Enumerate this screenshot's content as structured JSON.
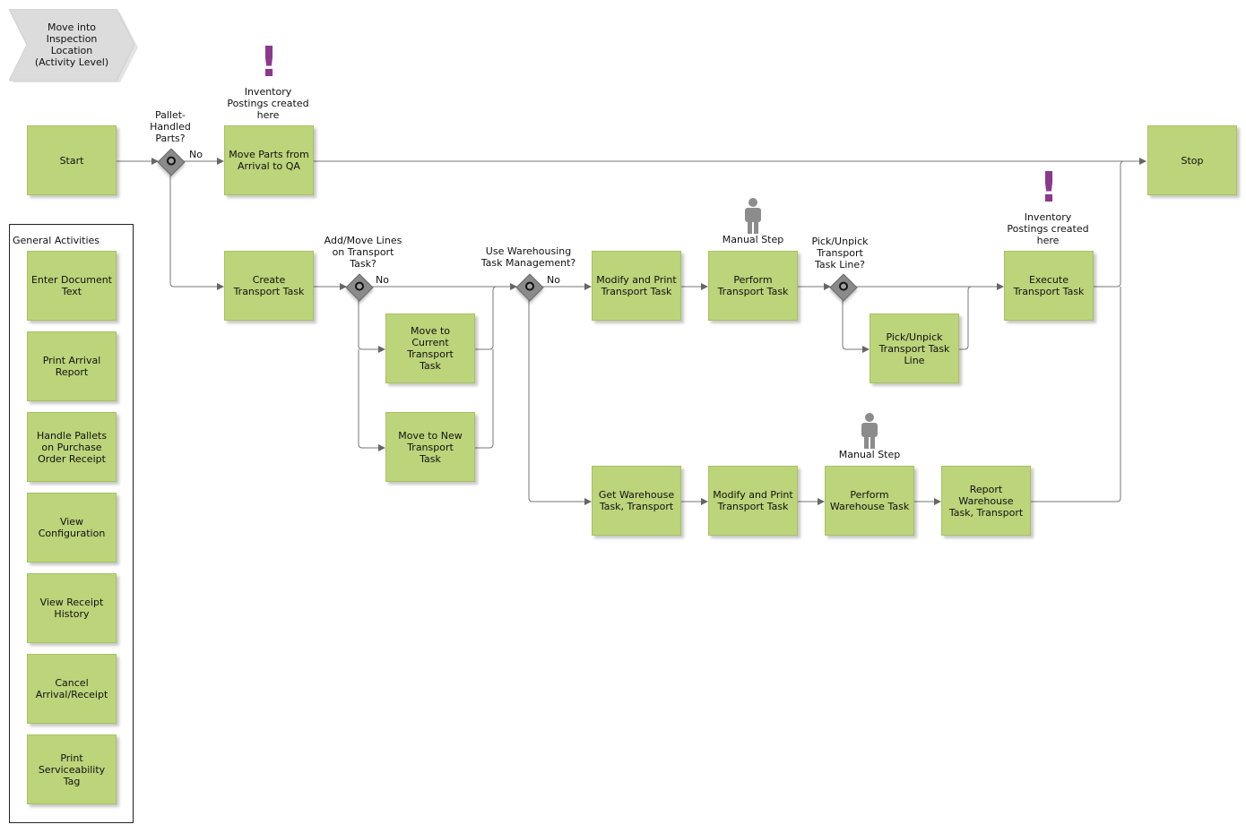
{
  "header": {
    "label": "Move into\nInspection\nLocation\n(Activity Level)"
  },
  "activities": {
    "start": "Start",
    "move_parts": "Move Parts from\nArrival to QA",
    "stop": "Stop",
    "create_transport_task": "Create\nTransport Task",
    "move_current": "Move to\nCurrent\nTransport\nTask",
    "move_new": "Move to New\nTransport\nTask",
    "modify_print_1": "Modify and Print\nTransport Task",
    "perform_transport": "Perform\nTransport Task",
    "pick_unpick_line": "Pick/Unpick\nTransport Task\nLine",
    "execute_transport": "Execute\nTransport Task",
    "get_warehouse": "Get Warehouse\nTask, Transport",
    "modify_print_2": "Modify and Print\nTransport Task",
    "perform_warehouse": "Perform\nWarehouse Task",
    "report_warehouse": "Report\nWarehouse\nTask, Transport"
  },
  "gateways": {
    "pallet_handled": "Pallet-\nHandled\nParts?",
    "add_move_lines": "Add/Move Lines\non Transport\nTask?",
    "use_warehousing": "Use Warehousing\nTask Management?",
    "pick_unpick": "Pick/Unpick\nTransport\nTask Line?"
  },
  "edge_labels": {
    "no1": "No",
    "no2": "No",
    "no3": "No"
  },
  "annotations": {
    "inventory_1": "Inventory\nPostings created\nhere",
    "inventory_2": "Inventory\nPostings created\nhere",
    "manual_1": "Manual Step",
    "manual_2": "Manual Step",
    "exclamation": "!"
  },
  "general_activities": {
    "title": "General Activities",
    "items": [
      "Enter Document\nText",
      "Print Arrival\nReport",
      "Handle Pallets\non Purchase\nOrder Receipt",
      "View\nConfiguration",
      "View Receipt\nHistory",
      "Cancel\nArrival/Receipt",
      "Print\nServiceability\nTag"
    ]
  },
  "colors": {
    "activity_fill": "#bcd47a",
    "gateway_fill": "#8a8a8a",
    "exclamation": "#8b3a8b",
    "person": "#8c8c8c",
    "connector": "#666666"
  }
}
